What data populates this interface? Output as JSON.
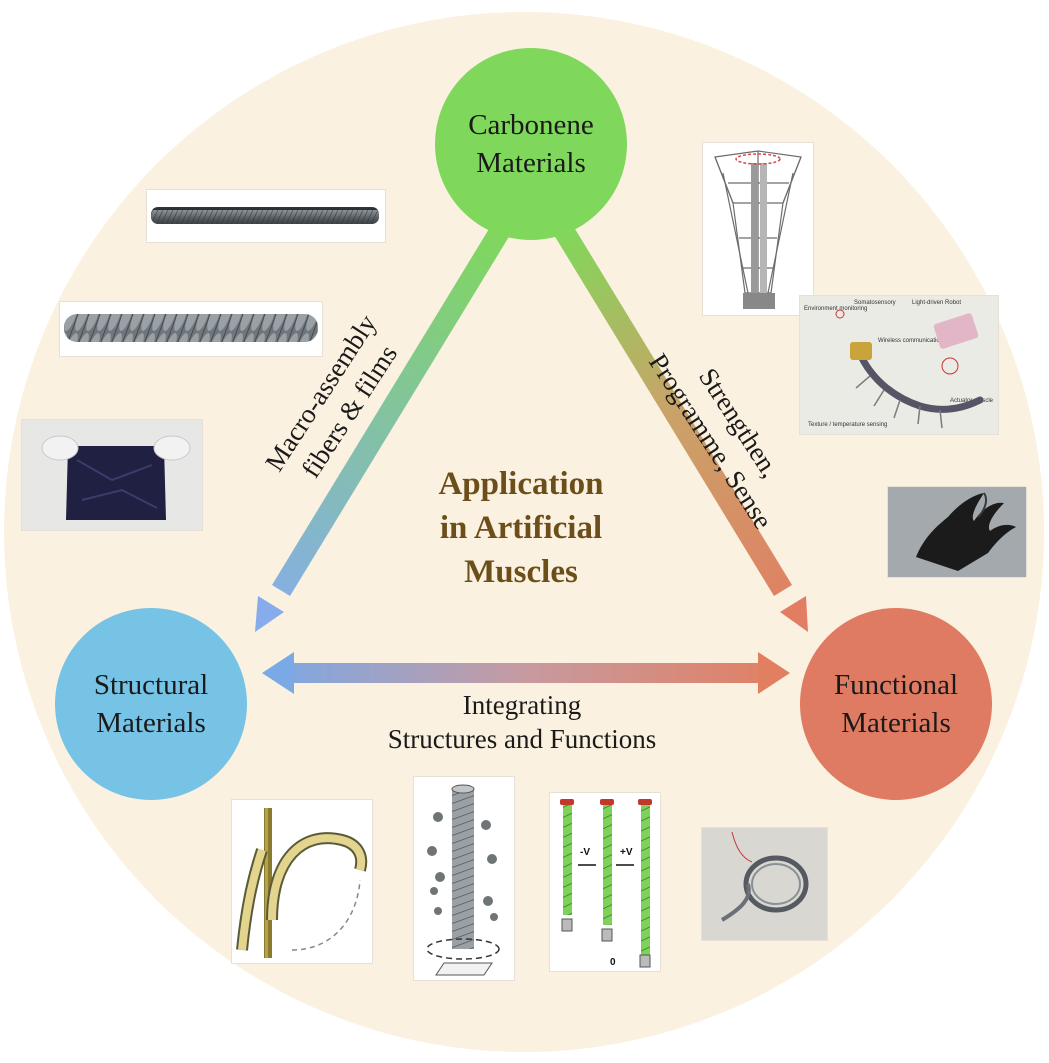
{
  "center_title": [
    "Application",
    "in Artificial",
    "Muscles"
  ],
  "nodes": {
    "top": [
      "Carbonene",
      "Materials"
    ],
    "left": [
      "Structural",
      "Materials"
    ],
    "right": [
      "Functional",
      "Materials"
    ]
  },
  "edge_labels": {
    "left": [
      "Macro-assembly",
      "fibers & films"
    ],
    "right": [
      "Strengthen,",
      "Programme, Sense"
    ],
    "bottom": [
      "Integrating",
      "Structures and Functions"
    ]
  },
  "robot_figure_labels": {
    "environment": "Environment monitoring",
    "somatosensory": "Somatosensory",
    "light_robot": "Light-driven Robot",
    "wireless": "Wireless communication",
    "actuator": "Actuator muscle",
    "texture": "Texture / temperature sensing"
  },
  "voltage_labels": {
    "minus": "-V",
    "plus": "+V",
    "zero": "0"
  },
  "colors": {
    "background_disc": "#fbf1e0",
    "carbonene": "#7fd85c",
    "structural": "#76c3e6",
    "functional": "#e07b63",
    "center_text": "#6b4e1a"
  }
}
